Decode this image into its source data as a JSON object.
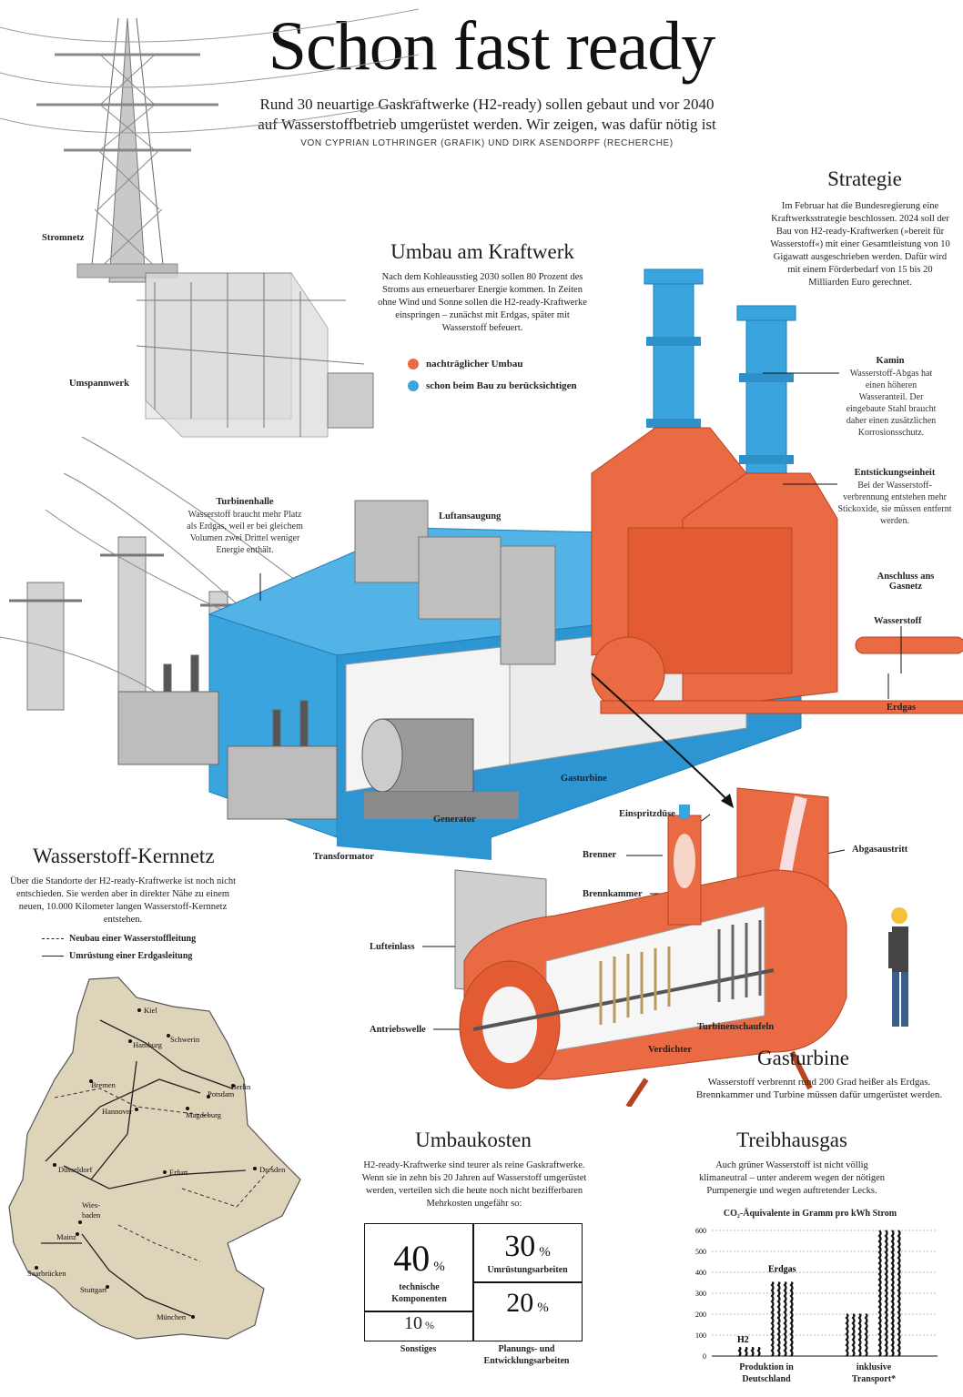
{
  "header": {
    "title": "Schon fast ready",
    "intro_line1": "Rund 30 neuartige Gaskraftwerke (H2-ready) sollen gebaut und vor 2040",
    "intro_line2": "auf Wasserstoffbetrieb umgerüstet werden. Wir zeigen, was dafür nötig ist",
    "byline": "VON CYPRIAN LOTHRINGER (GRAFIK) UND DIRK ASENDORPF (RECHERCHE)"
  },
  "grid_labels": {
    "stromnetz": "Stromnetz",
    "umspannwerk": "Umspannwerk"
  },
  "strategie": {
    "heading": "Strategie",
    "text": "Im Februar hat die Bundesregierung eine Kraftwerksstrategie beschlossen. 2024 soll der Bau von H2-ready-Kraftwerken (»bereit für Wasserstoff«) mit einer Gesamtleistung von 10 Gigawatt ausgeschrieben werden. Dafür wird mit einem Förderbedarf von 15 bis 20 Milliarden Euro gerechnet."
  },
  "umbau": {
    "heading": "Umbau am Kraftwerk",
    "text": "Nach dem Kohleausstieg 2030 sollen 80 Prozent des Stroms aus erneuerbarer Energie kommen. In Zeiten ohne Wind und Sonne sollen die H2-ready-Kraftwerke einspringen – zunächst mit Erdgas, später mit Wasserstoff befeuert.",
    "legend": [
      {
        "label": "nachträglicher Umbau",
        "color": "#ea6a43"
      },
      {
        "label": "schon beim Bau zu berücksichtigen",
        "color": "#3aa4df"
      }
    ]
  },
  "plant_labels": {
    "turbinenhalle_title": "Turbinenhalle",
    "turbinenhalle_text": "Wasserstoff braucht mehr Platz als Erdgas, weil er bei gleichem Volumen zwei Drittel weniger Energie enthält.",
    "luftansaugung": "Luftansaugung",
    "kamin_title": "Kamin",
    "kamin_text": "Wasserstoff-Abgas hat einen höheren Wasseranteil. Der eingebaute Stahl braucht daher einen zusätzlichen Korrosionsschutz.",
    "entstickung_title": "Entstickungseinheit",
    "entstickung_text": "Bei der Wasserstoff-verbrennung entstehen mehr Stickoxide, sie müssen entfernt werden.",
    "anschluss": "Anschluss ans Gasnetz",
    "wasserstoff": "Wasserstoff",
    "erdgas": "Erdgas",
    "gasturbine_small": "Gasturbine",
    "generator": "Generator",
    "transformator": "Transformator"
  },
  "turbine_labels": {
    "einspritzduese": "Einspritzdüse",
    "brenner": "Brenner",
    "brennkammer": "Brennkammer",
    "abgasaustritt": "Abgasaustritt",
    "lufteinlass": "Lufteinlass",
    "antriebswelle": "Antriebswelle",
    "verdichter": "Verdichter",
    "turbinenschaufeln": "Turbinenschaufeln"
  },
  "gasturbine": {
    "heading": "Gasturbine",
    "text": "Wasserstoff verbrennt rund 200 Grad heißer als Erdgas. Brennkammer und Turbine müssen dafür umgerüstet werden."
  },
  "kernnetz": {
    "heading": "Wasserstoff-Kernnetz",
    "text": "Über die Standorte der H2-ready-Kraftwerke ist noch nicht entschieden. Sie werden aber in direkter Nähe zu einem neuen, 10.000 Kilometer langen Wasserstoff-Kernnetz entstehen.",
    "legend_new": "Neubau einer Wasserstoffleitung",
    "legend_conv": "Umrüstung einer Erdgasleitung",
    "cities": [
      "Kiel",
      "Hamburg",
      "Schwerin",
      "Bremen",
      "Berlin",
      "Hannover",
      "Potsdam",
      "Magdeburg",
      "Düsseldorf",
      "Erfurt",
      "Dresden",
      "Wies-",
      "baden",
      "Mainz",
      "Saarbrücken",
      "Stuttgart",
      "München"
    ]
  },
  "umbaukosten": {
    "heading": "Umbaukosten",
    "text": "H2-ready-Kraftwerke sind teurer als reine Gaskraftwerke. Wenn sie in zehn bis 20 Jahren auf Wasserstoff umgerüstet werden, verteilen sich die heute noch nicht bezifferbaren Mehrkosten ungefähr so:",
    "items": [
      {
        "value": "40",
        "unit": "%",
        "label": "technische Komponenten"
      },
      {
        "value": "30",
        "unit": "%",
        "label": "Umrüstungsarbeiten"
      },
      {
        "value": "10",
        "unit": "%",
        "label": "Sonstiges"
      },
      {
        "value": "20",
        "unit": "%",
        "label": "Planungs- und Entwicklungsarbeiten"
      }
    ]
  },
  "treibhausgas": {
    "heading": "Treibhausgas",
    "text": "Auch grüner Wasserstoff ist nicht völlig klimaneutral – unter anderem wegen der nötigen Pumpenergie und wegen auftretender Lecks.",
    "chart_title": "CO₂-Äquivalente in Gramm pro kWh Strom",
    "series_h2": "H2",
    "series_erdgas": "Erdgas",
    "group1": "Produktion in Deutschland",
    "group2": "inklusive Transport*",
    "y_ticks": [
      "600",
      "500",
      "400",
      "300",
      "200",
      "100",
      "0"
    ]
  },
  "chart_data": {
    "type": "bar",
    "title": "CO₂-Äquivalente in Gramm pro kWh Strom",
    "categories": [
      "Produktion in Deutschland",
      "inklusive Transport*"
    ],
    "series": [
      {
        "name": "H2",
        "values": [
          40,
          200
        ]
      },
      {
        "name": "Erdgas",
        "values": [
          350,
          600
        ]
      }
    ],
    "ylim": [
      0,
      600
    ],
    "yticks": [
      0,
      100,
      200,
      300,
      400,
      500,
      600
    ],
    "colors": {
      "bar": "#111111"
    }
  }
}
